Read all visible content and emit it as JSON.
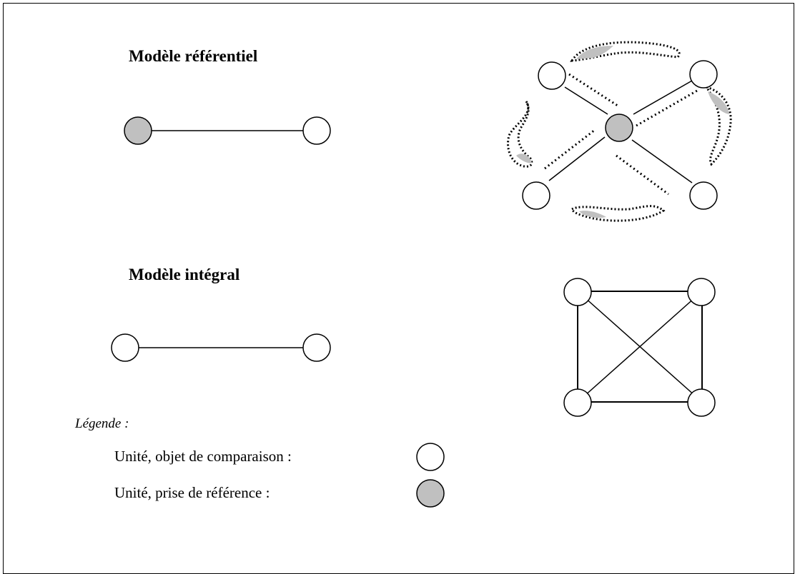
{
  "titles": {
    "referential": "Modèle référentiel",
    "integral": "Modèle intégral"
  },
  "legend": {
    "title": "Légende :",
    "comparison_unit": "Unité, objet de comparaison  :",
    "reference_unit": "Unité, prise de référence      :"
  },
  "colors": {
    "reference_fill": "#c0c0c0",
    "comparison_fill": "#ffffff",
    "stroke": "#000000"
  }
}
